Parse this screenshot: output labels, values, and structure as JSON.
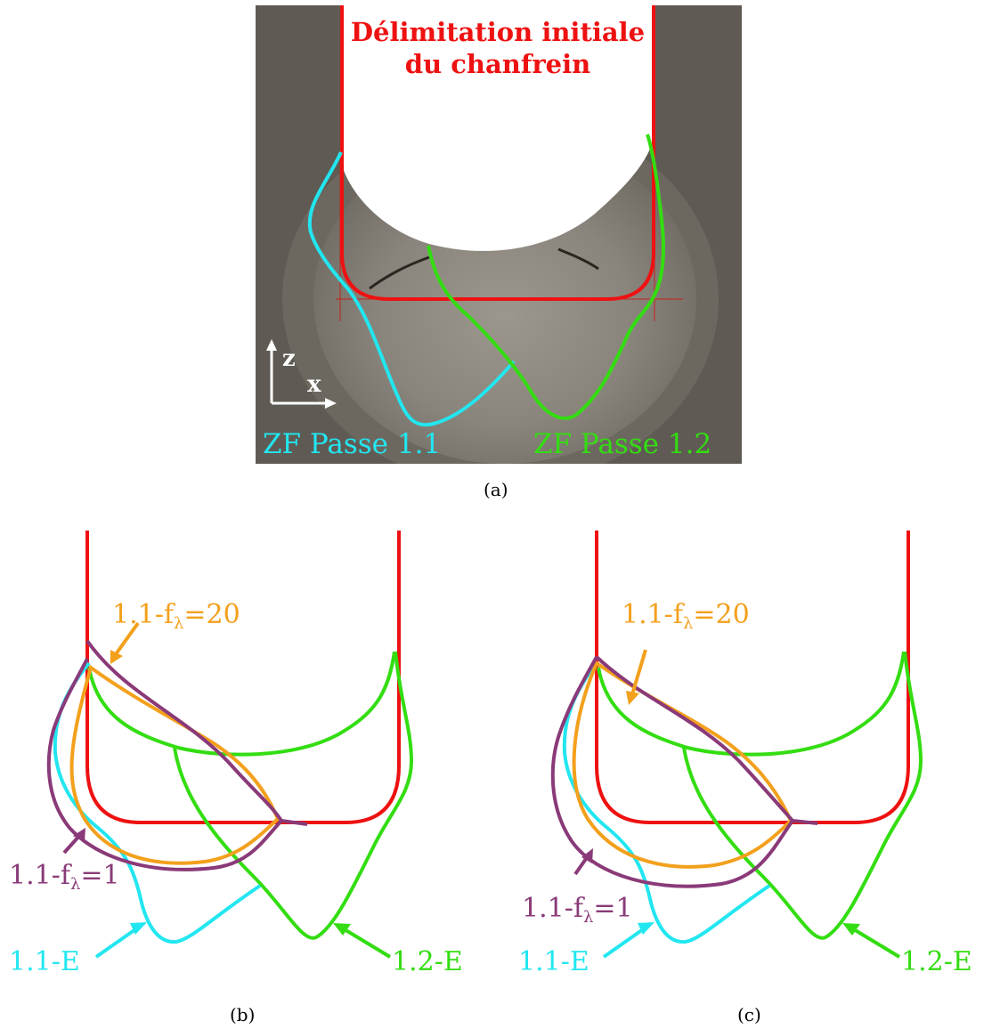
{
  "panel_a": {
    "title_line1": "Délimitation initiale",
    "title_line2": "du chanfrein",
    "axis_z": "z",
    "axis_x": "x",
    "label_pass11": "ZF Passe 1.1",
    "label_pass12": "ZF Passe 1.2",
    "caption": "(a)"
  },
  "panel_b": {
    "label_f20_prefix": "1.1-f",
    "label_f20_sub": "λ",
    "label_f20_suffix": "=20",
    "label_f1_prefix": "1.1-f",
    "label_f1_sub": "λ",
    "label_f1_suffix": "=1",
    "label_11E": "1.1-E",
    "label_12E": "1.2-E",
    "caption": "(b)"
  },
  "panel_c": {
    "label_f20_prefix": "1.1-f",
    "label_f20_sub": "λ",
    "label_f20_suffix": "=20",
    "label_f1_prefix": "1.1-f",
    "label_f1_sub": "λ",
    "label_f1_suffix": "=1",
    "label_11E": "1.1-E",
    "label_12E": "1.2-E",
    "caption": "(c)"
  },
  "colors": {
    "chamfer": "#ee1111",
    "pass11": "#22e6f0",
    "pass12": "#33dd11",
    "f20": "#f3a01c",
    "f1": "#8a3a78"
  }
}
